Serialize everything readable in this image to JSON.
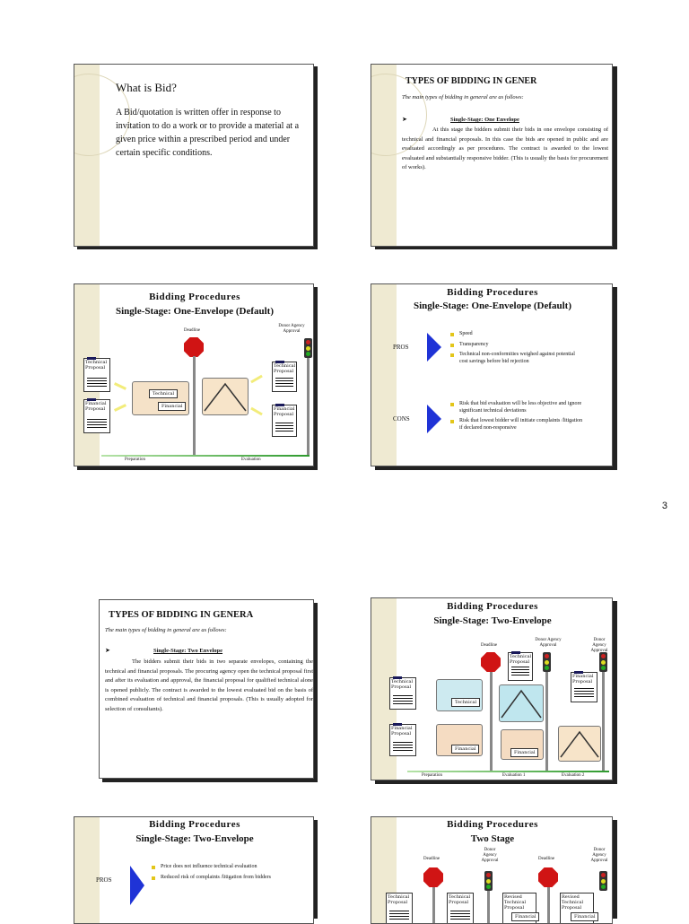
{
  "page_number": "3",
  "slide1": {
    "title": "What is Bid?",
    "body": "A Bid/quotation is written offer in response to invitation to do a work or to provide a material at a given price within a prescribed period and under certain specific conditions."
  },
  "slide2": {
    "title": "TYPES OF BIDDING IN GENER",
    "intro": "The main types of bidding in general are as follows:",
    "heading": "Single-Stage: One Envelope",
    "body": "At this stage the bidders submit their bids in one envelope consisting of technical and financial proposals. In this case the bids are opened in public and are evaluated accordingly as per procedures. The contract is awarded to the lowest evaluated and substantially responsive bidder. (This is usually the basis for procurement of works)."
  },
  "slide3": {
    "title1": "Bidding Procedures",
    "title2": "Single-Stage: One-Envelope (Default)",
    "deadline": "Deadline",
    "donor": "Donor Agency Approval",
    "technical_proposal": "Technical Proposal",
    "financial_proposal": "Financial Proposal",
    "technical": "Technical",
    "financial": "Financial",
    "preparation": "Preparation",
    "evaluation": "Evaluation"
  },
  "slide4": {
    "title1": "Bidding Procedures",
    "title2": "Single-Stage: One-Envelope (Default)",
    "pros_label": "PROS",
    "cons_label": "CONS",
    "pros": [
      "Speed",
      "Transparency",
      "Technical non-conformities weighed against potential cost savings before bid rejection"
    ],
    "cons": [
      "Risk that bid evaluation will be less objective and ignore significant technical deviations",
      "Risk that lowest bidder will initiate complaints /litigation if declared non-responsive"
    ]
  },
  "slide5": {
    "title": "TYPES OF BIDDING IN GENERA",
    "intro": "The main types of bidding in general are as follows:",
    "heading": "Single-Stage: Two Envelope",
    "body": "The bidders submit their bids in two separate envelopes, containing the technical and financial proposals. The procuring agency open the technical proposal first and after its evaluation and approval, the financial proposal for qualified technical alone is opened publicly. The contract is awarded to the lowest evaluated bid on the basis of combined evaluation of technical and financial proposals. (This is usually adopted for selection of consultants)."
  },
  "slide6": {
    "title1": "Bidding Procedures",
    "title2": "Single-Stage: Two-Envelope",
    "deadline": "Deadline",
    "donor": "Donor Agency Approval",
    "technical_proposal": "Technical Proposal",
    "financial_proposal": "Financial Proposal",
    "technical": "Technical",
    "financial": "Financial",
    "preparation": "Preparation",
    "evaluation1": "Evaluation 1",
    "evaluation2": "Evaluation 2"
  },
  "slide7": {
    "title1": "Bidding Procedures",
    "title2": "Single-Stage: Two-Envelope",
    "pros_label": "PROS",
    "pros": [
      "Price does not influence technical evaluation",
      "Reduced risk of complaints /litigation from bidders"
    ]
  },
  "slide8": {
    "title1": "Bidding Procedures",
    "title2": "Two Stage",
    "deadline": "Deadline",
    "donor": "Donor Agency Approval",
    "technical_proposal": "Technical Proposal",
    "revised_technical_proposal": "Revised Technical Proposal",
    "financial": "Financial"
  },
  "colors": {
    "band": "#efead2",
    "stop": "#d01414",
    "blue_arrow": "#1f33d6",
    "bullet": "#e3c61a",
    "timeline": "#2e9a2e"
  }
}
